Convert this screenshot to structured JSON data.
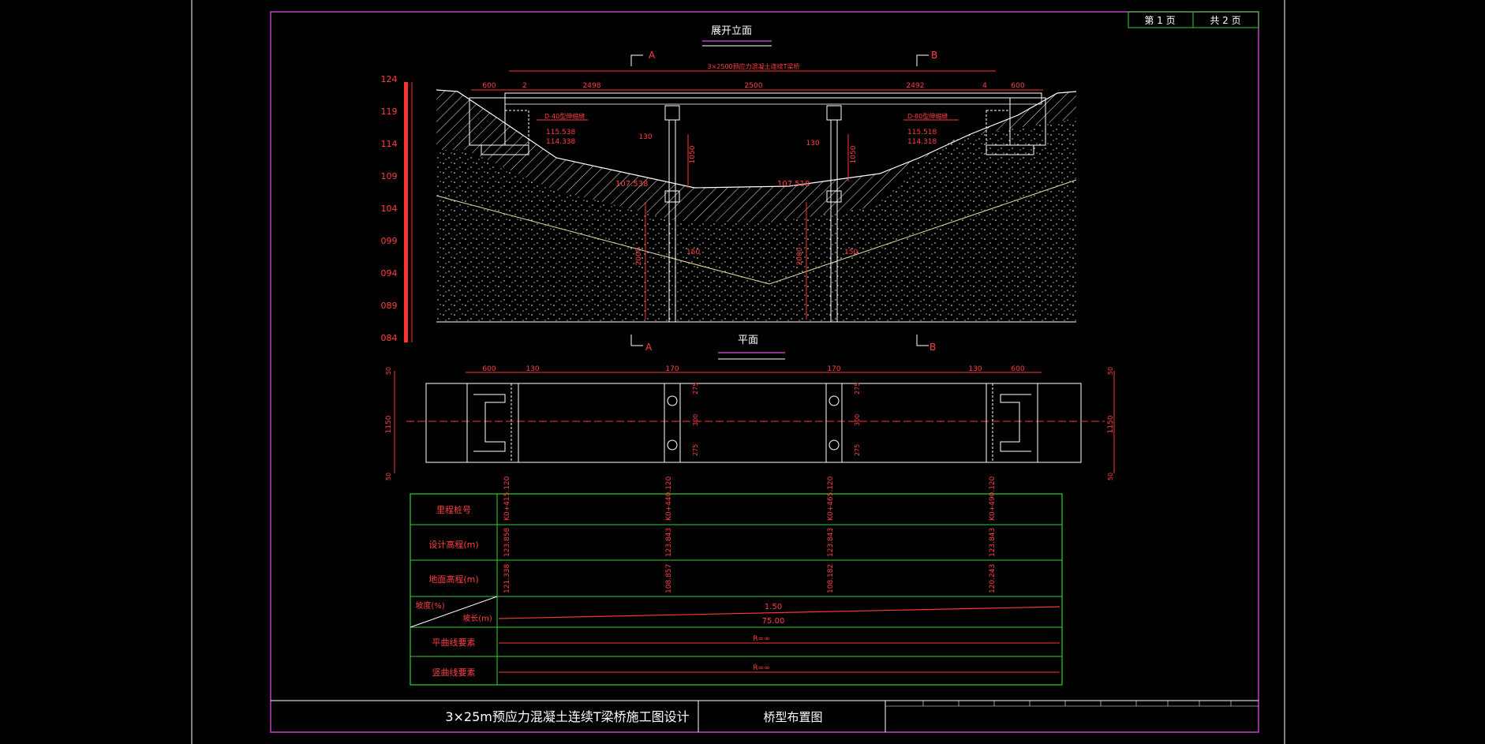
{
  "sheet": {
    "page_label": "第 1 页",
    "total_label": "共 2 页"
  },
  "elevation": {
    "title": "展开立面",
    "span_label": "3×2500预应力混凝土连续T梁桥",
    "section_a": "A",
    "section_b": "B",
    "dims_top": [
      "600",
      "2",
      "2498",
      "2500",
      "2492",
      "4",
      "600"
    ],
    "bearing_left": "D-40型伸缩缝",
    "bearing_right": "D-80型伸缩缝",
    "elev_left_1": "115.538",
    "elev_left_2": "114.338",
    "elev_right_1": "115.518",
    "elev_right_2": "114.318",
    "elev_mid_left": "107.538",
    "elev_mid_right": "107.518",
    "pier_dim_130": "130",
    "pier_dim_1050": "1050",
    "pier_dim_150": "150",
    "pile_dim": "2000",
    "scale_ticks": [
      "124",
      "119",
      "114",
      "109",
      "104",
      "099",
      "094",
      "089",
      "084"
    ]
  },
  "plan": {
    "title": "平面",
    "dims": [
      "600",
      "130",
      "170",
      "170",
      "130",
      "600"
    ],
    "width_left": "1150",
    "width_right": "1150",
    "edge_left": "50",
    "edge_right": "50",
    "pier_dims": [
      "275",
      "300",
      "275"
    ]
  },
  "table": {
    "rows": [
      {
        "label": "里程桩号",
        "values": [
          "K0+415.120",
          "K0+440.120",
          "K0+465.120",
          "K0+490.120"
        ]
      },
      {
        "label": "设计高程(m)",
        "values": [
          "123.858",
          "123.843",
          "123.843",
          "123.843"
        ]
      },
      {
        "label": "地面高程(m)",
        "values": [
          "121.338",
          "108.857",
          "108.182",
          "120.243"
        ]
      },
      {
        "label": "坡度(%)",
        "values": [
          "1.50"
        ]
      },
      {
        "label": "坡长(m)",
        "values": [
          "75.00"
        ]
      },
      {
        "label": "平曲线要素",
        "values": [
          "R=∞"
        ]
      },
      {
        "label": "竖曲线要素",
        "values": [
          "R=∞"
        ]
      }
    ]
  },
  "title_block": {
    "project": "3×25m预应力混凝土连续T梁桥施工图设计",
    "drawing": "桥型布置图"
  },
  "colors": {
    "frame": "#c040c0",
    "lines": "#ffffff",
    "dims": "#ff3333",
    "table": "#33cc33",
    "text_red": "#ff4040",
    "watermark": "#ff5050"
  }
}
